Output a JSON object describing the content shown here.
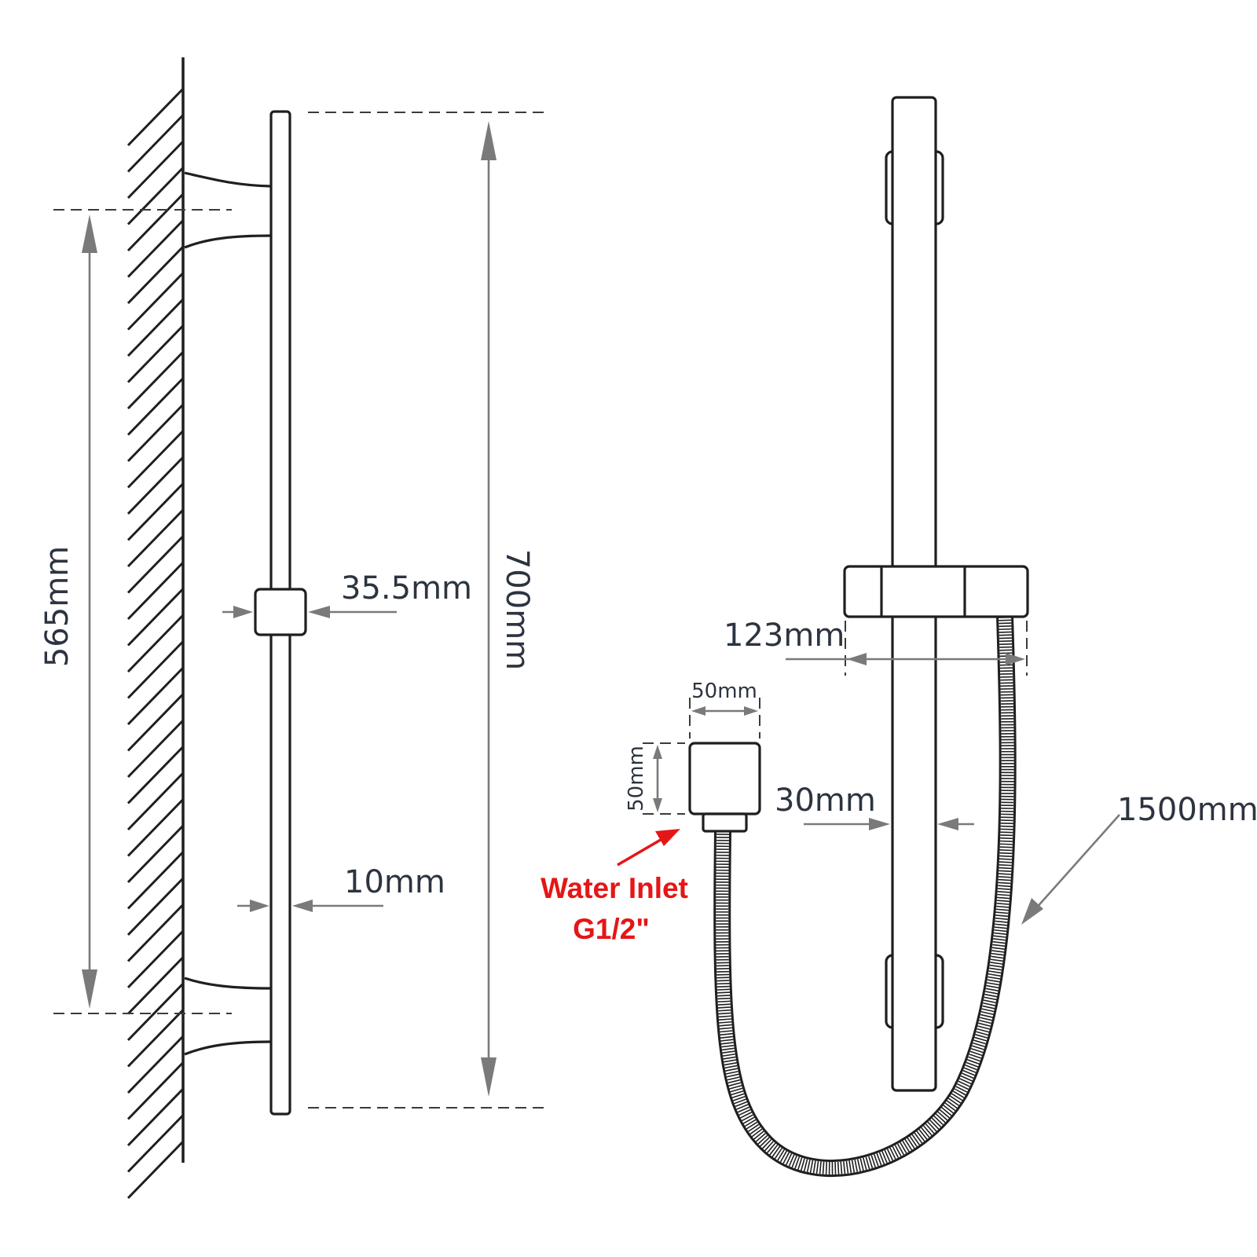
{
  "dimensions": {
    "bracket_spacing": "565mm",
    "rail_length": "700mm",
    "slider_width": "35.5mm",
    "rail_diameter": "10mm",
    "holder_width": "123mm",
    "outlet_width": "50mm",
    "outlet_height": "50mm",
    "rail_face_width": "30mm",
    "hose_length": "1500mm"
  },
  "callouts": {
    "inlet_line1": "Water Inlet",
    "inlet_line2": "G1/2\""
  },
  "colors": {
    "outline": "#1f1f1f",
    "dimension": "#7a7a7a",
    "text": "#2c3440",
    "callout": "#e51616"
  }
}
